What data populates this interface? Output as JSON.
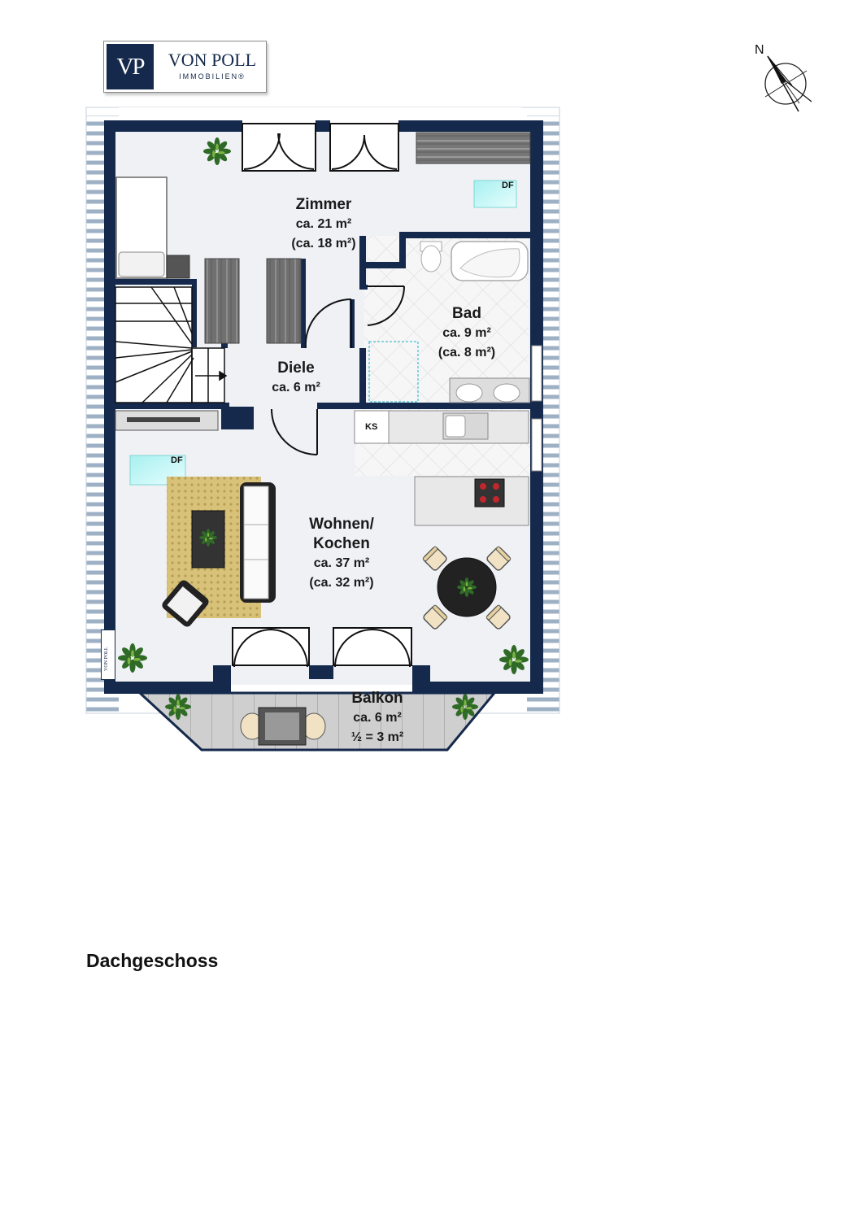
{
  "brand": {
    "mark": "VP",
    "name": "VON POLL",
    "sub": "IMMOBILIEN®"
  },
  "compass": {
    "label": "N"
  },
  "rooms": [
    {
      "name": "Zimmer",
      "lines": [
        "ca. 21 m²",
        "(ca. 18 m²)"
      ]
    },
    {
      "name": "Bad",
      "lines": [
        "ca. 9 m²",
        "(ca. 8 m²)"
      ]
    },
    {
      "name": "Diele",
      "lines": [
        "ca. 6 m²"
      ]
    },
    {
      "name": "Wohnen/",
      "name2": "Kochen",
      "lines": [
        "ca. 37 m²",
        "(ca. 32 m²)"
      ]
    },
    {
      "name": "Balkon",
      "lines": [
        "ca. 6 m²",
        "½ = 3 m²"
      ]
    }
  ],
  "markers": {
    "skylight": "DF",
    "fridge": "KS"
  },
  "floor_title": "Dachgeschoss",
  "colors": {
    "wall": "#14294b",
    "floor": "#eff1f5",
    "tile": "#f5f5f5",
    "balcony": "#c9c9c9"
  }
}
